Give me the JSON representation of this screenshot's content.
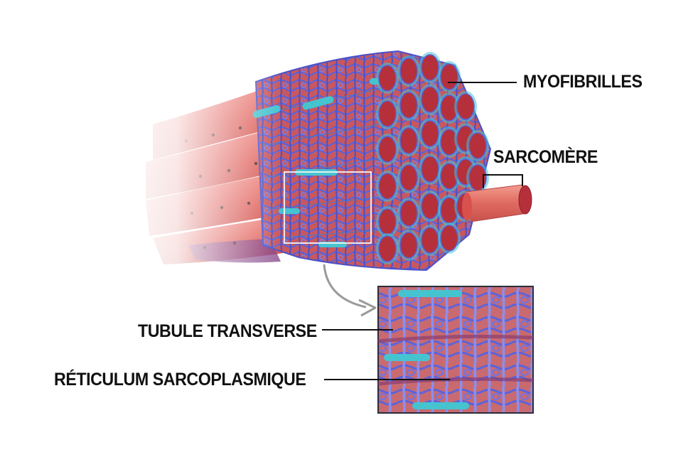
{
  "labels": {
    "myofibrils": "MYOFIBRILLES",
    "sarcomere": "SARCOMÈRE",
    "t_tubule": "TUBULE TRANSVERSE",
    "sarcoplasmic_reticulum": "RÉTICULUM SARCOPLASMIQUE"
  },
  "colors": {
    "muscle_red": "#d8514c",
    "fiber_end": "#b5303a",
    "reticulum_blue": "#5a5fd6",
    "t_tubule_cyan": "#45c4cf",
    "leader_line": "#111111"
  }
}
